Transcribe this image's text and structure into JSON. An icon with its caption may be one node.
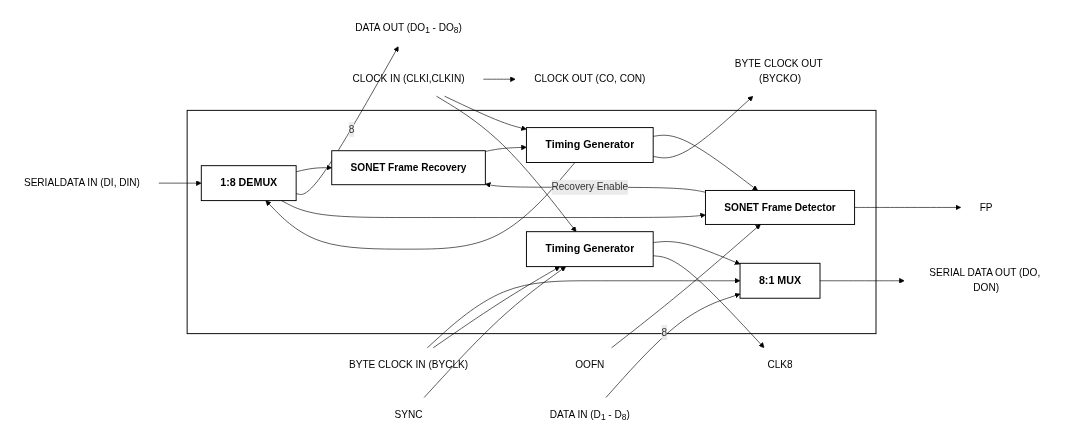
{
  "diagram": {
    "nodes": [
      {
        "text": [],
        "shape": "box"
      },
      {
        "text": [
          "1:8 DEMUX"
        ],
        "in": 0
      },
      {
        "text": [
          "SONET Frame Recovery"
        ],
        "in": 0
      },
      {
        "text": [
          "Timing Generator"
        ],
        "in": 0
      },
      {
        "text": [
          "SONET Frame Detector"
        ],
        "in": 0
      },
      {
        "text": [
          "8:1 MUX"
        ],
        "in": 0
      },
      {
        "text": [
          "Timing Generator"
        ],
        "in": 0
      },
      {
        "text": [
          "SERIALDATA IN (DI, DIN)"
        ]
      },
      {
        "text": [
          "CLOCK IN (CLKI,CLKIN)"
        ]
      },
      {
        "text": [
          "SERIAL DATA OUT (DO, DON)"
        ]
      },
      {
        "text": [
          "CLOCK OUT (CO, CON)"
        ]
      },
      {
        "text": [
          "CLK8"
        ]
      },
      {
        "text": [
          "BYTE CLOCK OUT (BYCKO)"
        ]
      },
      {
        "text": [
          "DATA OUT (DO$_{1}$ - DO$_{8}$)"
        ]
      },
      {
        "text": [
          "FP"
        ]
      },
      {
        "text": [
          "OOFN"
        ]
      },
      {
        "text": [
          "DATA IN (D$_{1}$ - D$_{8}$)"
        ]
      },
      {
        "text": [
          "BYTE CLOCK IN (BYCLK)"
        ]
      },
      {
        "text": [
          "SYNC"
        ]
      }
    ],
    "edges": [
      {
        "from": 7,
        "to": 1,
        "arrow": "to"
      },
      {
        "from": 8,
        "to": 3,
        "arrow": "to"
      },
      {
        "from": 8,
        "to": 6,
        "arrow": "to"
      },
      {
        "from": 8,
        "to": 10,
        "arrow": "to"
      },
      {
        "from": 3,
        "to": 1,
        "arrow": "to"
      },
      {
        "from": 1,
        "to": 2,
        "arrow": "to"
      },
      {
        "from": 2,
        "to": 3,
        "arrow": "to"
      },
      {
        "from": 1,
        "to": 13,
        "arrow": "to",
        "label": "8"
      },
      {
        "from": 1,
        "to": 4,
        "arrow": "to"
      },
      {
        "from": 3,
        "to": 4,
        "arrow": "to"
      },
      {
        "from": 3,
        "to": 12,
        "arrow": "to"
      },
      {
        "from": 4,
        "to": 2,
        "arrow": "to",
        "label": "Recovery Enable"
      },
      {
        "from": 4,
        "to": 14,
        "arrow": "to"
      },
      {
        "from": 15,
        "to": 4,
        "arrow": "to"
      },
      {
        "from": 16,
        "to": 5,
        "arrow": "to",
        "label": "8"
      },
      {
        "from": 17,
        "to": 5,
        "arrow": "to"
      },
      {
        "from": 17,
        "to": 6,
        "arrow": "to"
      },
      {
        "from": 6,
        "to": 5,
        "arrow": "to"
      },
      {
        "from": 5,
        "to": 9,
        "arrow": "to"
      },
      {
        "from": 6,
        "to": 11,
        "arrow": "to"
      },
      {
        "from": 18,
        "to": 6,
        "arrow": "to"
      }
    ]
  }
}
